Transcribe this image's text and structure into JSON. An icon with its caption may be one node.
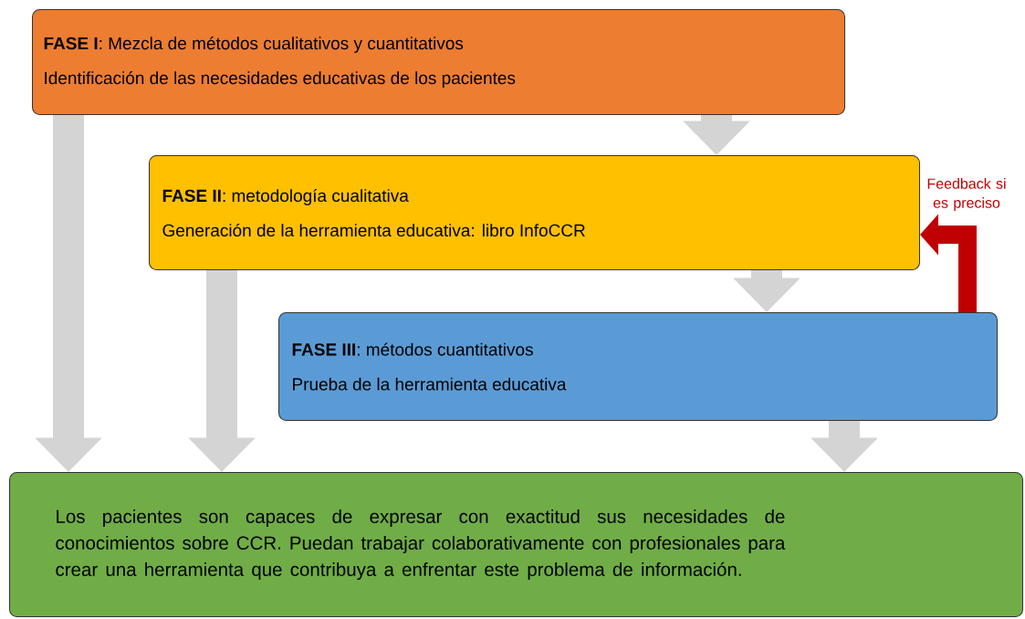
{
  "diagram": {
    "nodes": [
      {
        "text": [
          "**FASE I**: Mezcla de métodos cualitativos y cuantitativos",
          "Identificación de las necesidades educativas de los pacientes"
        ]
      },
      {
        "text": [
          "**FASE II**: metodología cualitativa",
          "Generación de la herramienta educativa: libro InfoCCR"
        ]
      },
      {
        "text": [
          "**FASE III**: métodos cuantitativos",
          "Prueba de la herramienta educativa"
        ]
      },
      {
        "text": [
          "Los pacientes son capaces de expresar con exactitud sus necesidades de conocimientos sobre CCR. Puedan trabajar colaborativamente con profesionales para crear una herramienta que contribuya a enfrentar este problema de información."
        ]
      }
    ],
    "edges": [
      {
        "from": 0,
        "to": 1,
        "arrow": "to"
      },
      {
        "from": 1,
        "to": 2,
        "arrow": "to"
      },
      {
        "from": 2,
        "to": 3,
        "arrow": "to"
      },
      {
        "from": 0,
        "to": 3,
        "arrow": "to"
      },
      {
        "from": 1,
        "to": 3,
        "arrow": "to"
      },
      {
        "from": 2,
        "to": 1,
        "arrow": "to",
        "label": "Feedback si es preciso",
        "color": "#c00000"
      }
    ]
  }
}
